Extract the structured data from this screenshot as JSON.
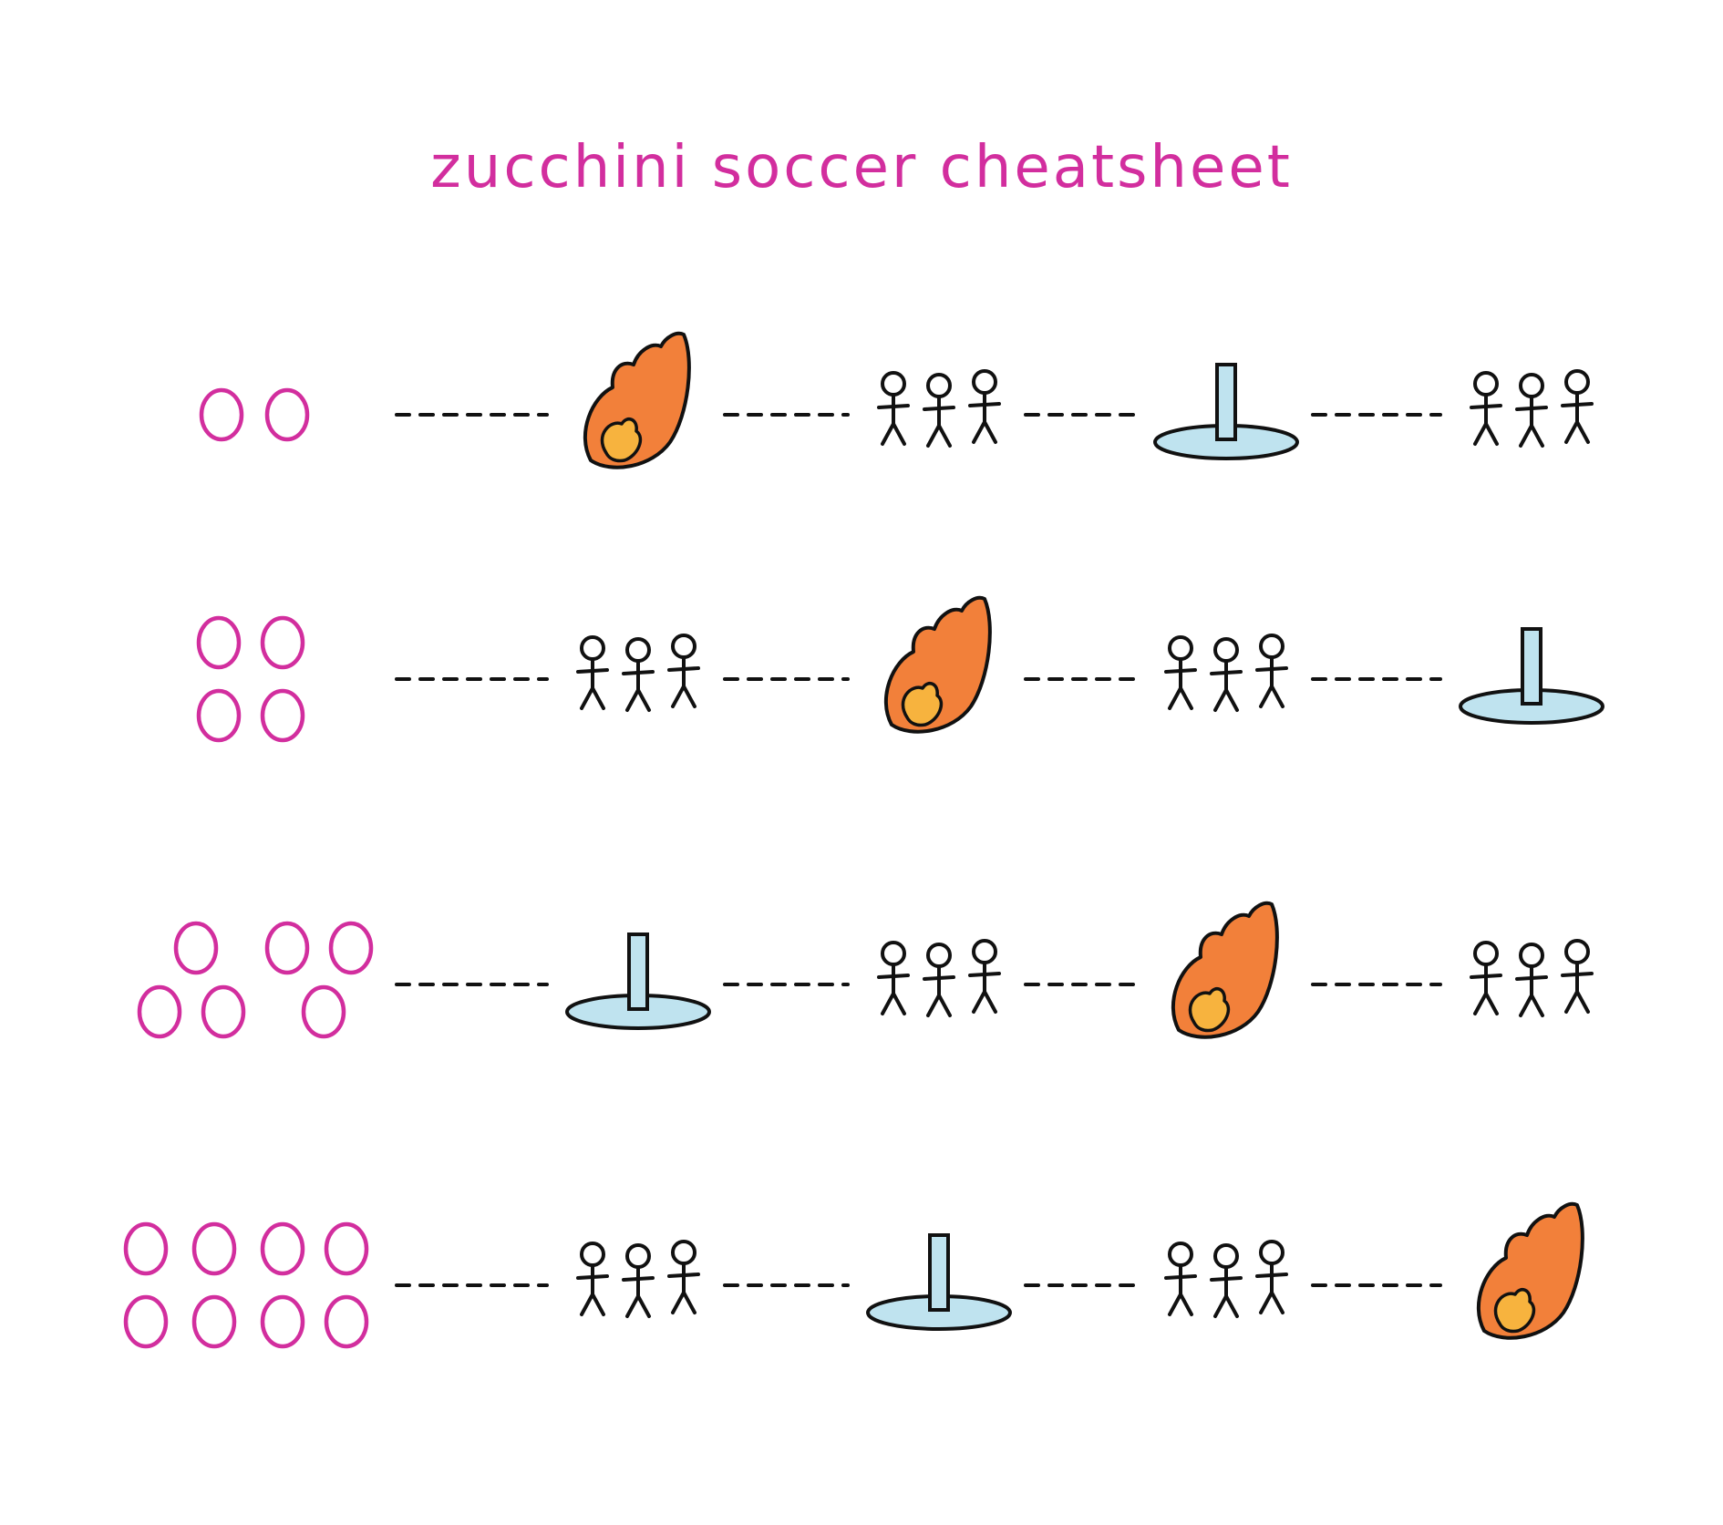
{
  "title": "zucchini soccer cheatsheet",
  "colors": {
    "title": "#d22e9e",
    "ball": "#d22e9e",
    "ink": "#111111",
    "fire_outer": "#f2803a",
    "fire_inner": "#f7b33e",
    "post_fill": "#bfe3ef"
  },
  "rows": [
    {
      "balls": 2,
      "sequence": [
        "balls",
        "fire-icon",
        "players-icon",
        "fountain-icon",
        "players-icon"
      ]
    },
    {
      "balls": 4,
      "sequence": [
        "balls",
        "players-icon",
        "fire-icon",
        "players-icon",
        "fountain-icon"
      ]
    },
    {
      "balls": 6,
      "sequence": [
        "balls",
        "fountain-icon",
        "players-icon",
        "fire-icon",
        "players-icon"
      ]
    },
    {
      "balls": 8,
      "sequence": [
        "balls",
        "players-icon",
        "fountain-icon",
        "players-icon",
        "fire-icon"
      ]
    }
  ]
}
